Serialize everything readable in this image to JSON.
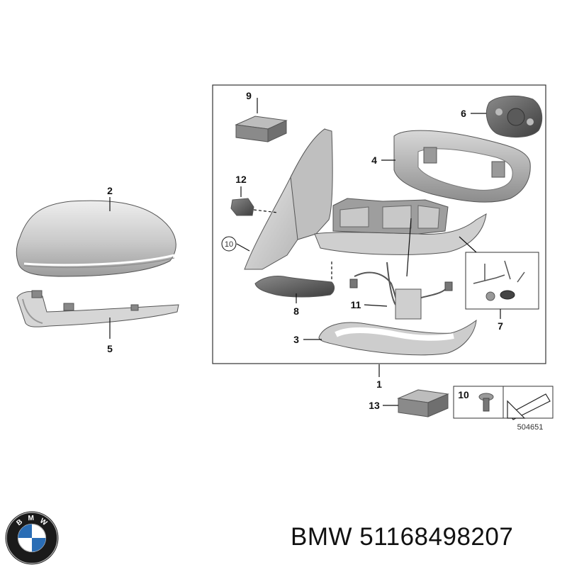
{
  "callouts": {
    "c1": "1",
    "c2": "2",
    "c3": "3",
    "c4": "4",
    "c5": "5",
    "c6": "6",
    "c7": "7",
    "c8": "8",
    "c9": "9",
    "c10": "10",
    "c10b": "10",
    "c11": "11",
    "c12": "12",
    "c13": "13"
  },
  "reference_number": "504651",
  "logo": {
    "letters": [
      "B",
      "M",
      "W"
    ]
  },
  "brand": "BMW",
  "part_number": "51168498207",
  "colors": {
    "blue": "#2a6db5",
    "line": "#111111",
    "frame": "#333333"
  }
}
